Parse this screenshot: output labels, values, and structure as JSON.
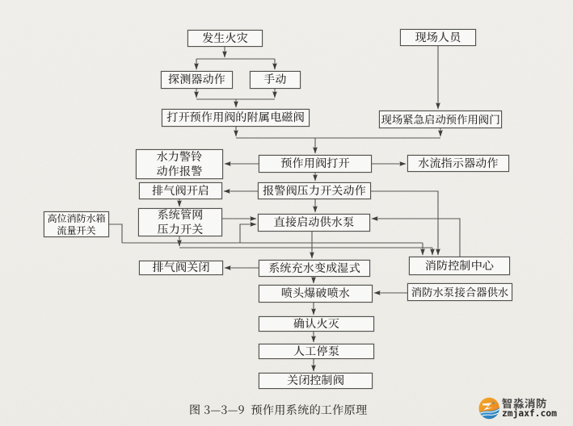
{
  "diagram": {
    "title_caption": "图 3—3—9  预作用系统的工作原理",
    "nodes": [
      {
        "id": "fire",
        "label": "发生火灾"
      },
      {
        "id": "detector",
        "label": "探测器动作"
      },
      {
        "id": "manual",
        "label": "手动"
      },
      {
        "id": "solenoid",
        "label": "打开预作用阀的附属电磁阀"
      },
      {
        "id": "personnel",
        "label": "现场人员"
      },
      {
        "id": "emergency",
        "label": "现场紧急启动预作用阀门"
      },
      {
        "id": "bell",
        "label": "水力警铃\n动作报警"
      },
      {
        "id": "preaction-open",
        "label": "预作用阀打开"
      },
      {
        "id": "flow-indicator",
        "label": "水流指示器动作"
      },
      {
        "id": "exhaust-open",
        "label": "排气阀开启"
      },
      {
        "id": "alarm-pressure",
        "label": "报警阀压力开关动作"
      },
      {
        "id": "tank-switch",
        "label": "高位消防水箱\n流量开关"
      },
      {
        "id": "pipe-switch",
        "label": "系统管网\n压力开关"
      },
      {
        "id": "start-pump",
        "label": "直接启动供水泵"
      },
      {
        "id": "exhaust-close",
        "label": "排气阀关闭"
      },
      {
        "id": "wet-system",
        "label": "系统充水变成湿式"
      },
      {
        "id": "control-center",
        "label": "消防控制中心"
      },
      {
        "id": "sprinkler",
        "label": "喷头爆破喷水"
      },
      {
        "id": "pump-adapter",
        "label": "消防水泵接合器供水"
      },
      {
        "id": "confirm-out",
        "label": "确认火灭"
      },
      {
        "id": "stop-pump",
        "label": "人工停泵"
      },
      {
        "id": "close-valve",
        "label": "关闭控制阀"
      }
    ],
    "edges": [
      {
        "from": "fire",
        "to": "detector"
      },
      {
        "from": "fire",
        "to": "manual"
      },
      {
        "from": "detector",
        "to": "solenoid"
      },
      {
        "from": "manual",
        "to": "solenoid"
      },
      {
        "from": "personnel",
        "to": "emergency"
      },
      {
        "from": "solenoid",
        "to": "preaction-open"
      },
      {
        "from": "emergency",
        "to": "preaction-open"
      },
      {
        "from": "preaction-open",
        "to": "bell"
      },
      {
        "from": "preaction-open",
        "to": "flow-indicator"
      },
      {
        "from": "preaction-open",
        "to": "alarm-pressure"
      },
      {
        "from": "alarm-pressure",
        "to": "exhaust-open"
      },
      {
        "from": "alarm-pressure",
        "to": "start-pump"
      },
      {
        "from": "alarm-pressure",
        "to": "control-center"
      },
      {
        "from": "exhaust-open",
        "to": "pipe-switch"
      },
      {
        "from": "pipe-switch",
        "to": "start-pump"
      },
      {
        "from": "pipe-switch",
        "to": "control-center"
      },
      {
        "from": "tank-switch",
        "to": "start-pump"
      },
      {
        "from": "tank-switch",
        "to": "control-center"
      },
      {
        "from": "control-center",
        "to": "start-pump"
      },
      {
        "from": "start-pump",
        "to": "wet-system"
      },
      {
        "from": "wet-system",
        "to": "exhaust-close"
      },
      {
        "from": "wet-system",
        "to": "sprinkler"
      },
      {
        "from": "pump-adapter",
        "to": "sprinkler"
      },
      {
        "from": "sprinkler",
        "to": "confirm-out"
      },
      {
        "from": "confirm-out",
        "to": "stop-pump"
      },
      {
        "from": "stop-pump",
        "to": "close-valve"
      }
    ]
  },
  "watermark": {
    "brand": "智淼消防",
    "domain": "zmjaxf.com",
    "icon": "orange-blue-z-wave-logo",
    "colors": {
      "orange": "#f08c1c",
      "blue": "#2a8bc9"
    }
  },
  "style_colors": {
    "background": "#f3f1ec",
    "box_fill": "#fdfdfb",
    "box_border": "#504e4a",
    "line": "#55534f",
    "text": "#262422"
  }
}
